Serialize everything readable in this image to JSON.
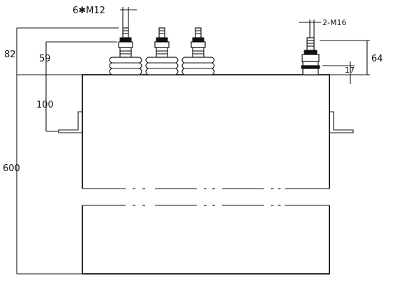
{
  "dimensions": {
    "terminal_thread_label": "6✱M12",
    "ground_thread_label": "2-M16",
    "overall_top_label": "82",
    "terminal_height_label": "59",
    "bracket_height_label": "100",
    "total_height_label": "600",
    "ground_bolt_height_label": "64",
    "ground_nut_height_label": "17"
  },
  "counts": {
    "bushings": 3,
    "ground_bolts": 1,
    "mounting_brackets": 2
  },
  "colors": {
    "line": "#111111",
    "background": "#ffffff"
  }
}
